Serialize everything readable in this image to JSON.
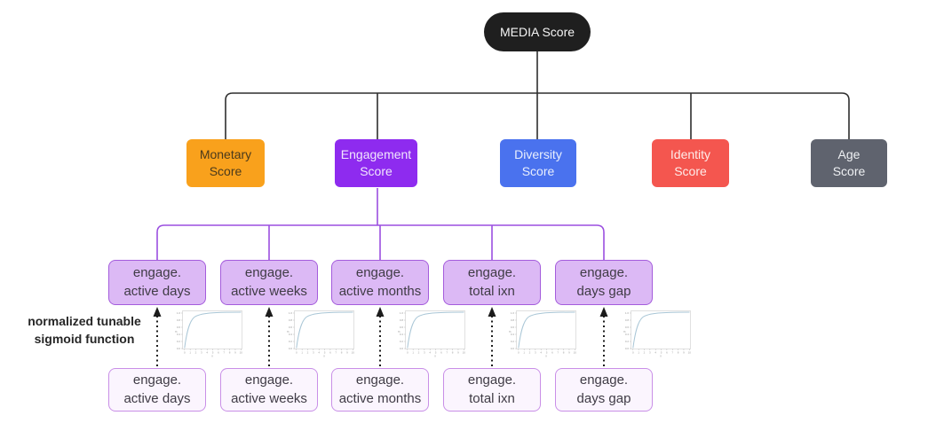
{
  "diagram": {
    "title_node": {
      "label": "MEDIA Score",
      "bg": "#1f1f1f",
      "text_color": "#f5f5f5"
    },
    "score_nodes": [
      {
        "name": "monetary",
        "line1": "Monetary",
        "line2": "Score",
        "color": "#F9A11C",
        "text_color": "#4a3a1c"
      },
      {
        "name": "engagement",
        "line1": "Engagement",
        "line2": "Score",
        "color": "#8E2BEF",
        "text_color": "#f1e6fd"
      },
      {
        "name": "diversity",
        "line1": "Diversity",
        "line2": "Score",
        "color": "#4A72EE",
        "text_color": "#e9effd"
      },
      {
        "name": "identity",
        "line1": "Identity",
        "line2": "Score",
        "color": "#F4564F",
        "text_color": "#feecea"
      },
      {
        "name": "age",
        "line1": "Age",
        "line2": "Score",
        "color": "#5F636E",
        "text_color": "#eef0f3"
      }
    ],
    "engagement_children": [
      {
        "line1": "engage.",
        "line2": "active days"
      },
      {
        "line1": "engage.",
        "line2": "active weeks"
      },
      {
        "line1": "engage.",
        "line2": "active months"
      },
      {
        "line1": "engage.",
        "line2": "total ixn"
      },
      {
        "line1": "engage.",
        "line2": "days gap"
      }
    ],
    "input_nodes": [
      {
        "line1": "engage.",
        "line2": "active days"
      },
      {
        "line1": "engage.",
        "line2": "active weeks"
      },
      {
        "line1": "engage.",
        "line2": "active months"
      },
      {
        "line1": "engage.",
        "line2": "total ixn"
      },
      {
        "line1": "engage.",
        "line2": "days gap"
      }
    ],
    "annotation": {
      "line1": "normalized tunable",
      "line2": "sigmoid function"
    },
    "colors": {
      "tree_line": "#2e2e2e",
      "engagement_line": "#9b4fe0",
      "arrow": "#1c1c1c",
      "curve": "#a9c6d6"
    },
    "sigmoid_plot": {
      "type": "line",
      "description": "normalized tunable sigmoid curve rising steeply from 0 and saturating near 1",
      "xlabel": "x",
      "ylabel": "y",
      "x_ticks": [
        "0",
        "1",
        "2",
        "3",
        "4",
        "5",
        "6",
        "7",
        "8",
        "9",
        "10"
      ],
      "y_ticks": [
        "1.0",
        "0.8",
        "0.6",
        "0.4",
        "0.2",
        "0.0"
      ],
      "x_range": [
        0,
        10
      ],
      "y_range": [
        0,
        1
      ]
    }
  }
}
